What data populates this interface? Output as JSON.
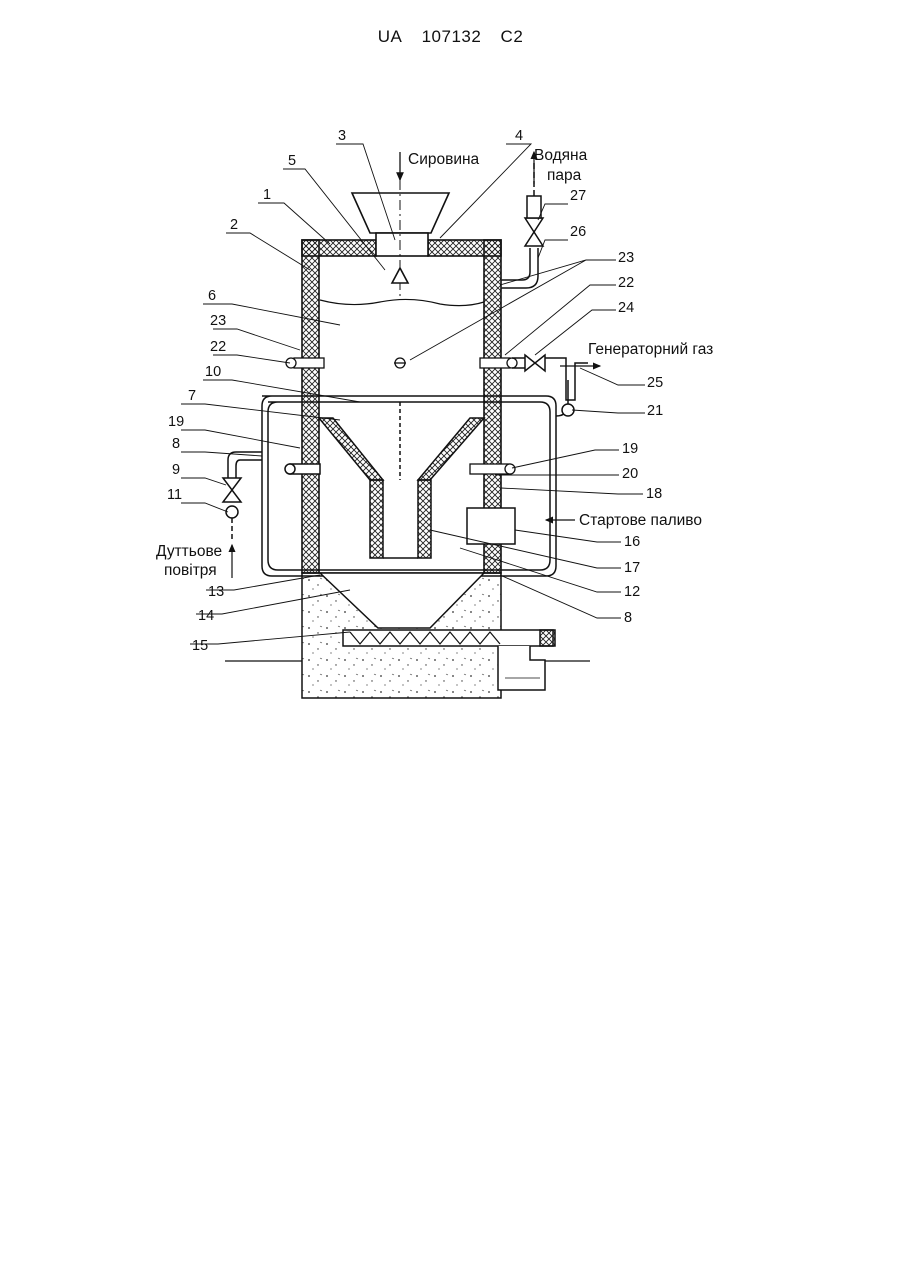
{
  "header": {
    "country": "UA",
    "number": "107132",
    "kind": "C2"
  },
  "captions": {
    "raw_material": "Сировина",
    "steam_line1": "Водяна",
    "steam_line2": "пара",
    "generator_gas": "Генераторний газ",
    "start_fuel": "Стартове паливо",
    "blast_air_line1": "Дуттьове",
    "blast_air_line2": "повітря"
  },
  "callouts": {
    "n1": "1",
    "n2": "2",
    "n3": "3",
    "n4": "4",
    "n5": "5",
    "n6": "6",
    "n7": "7",
    "n8a": "8",
    "n8b": "8",
    "n9": "9",
    "n10": "10",
    "n11": "11",
    "n12": "12",
    "n13": "13",
    "n14": "14",
    "n15": "15",
    "n16": "16",
    "n17": "17",
    "n18": "18",
    "n19a": "19",
    "n19b": "19",
    "n20": "20",
    "n21": "21",
    "n22a": "22",
    "n22b": "22",
    "n23a": "23",
    "n23b": "23",
    "n24": "24",
    "n25": "25",
    "n26": "26",
    "n27": "27"
  }
}
